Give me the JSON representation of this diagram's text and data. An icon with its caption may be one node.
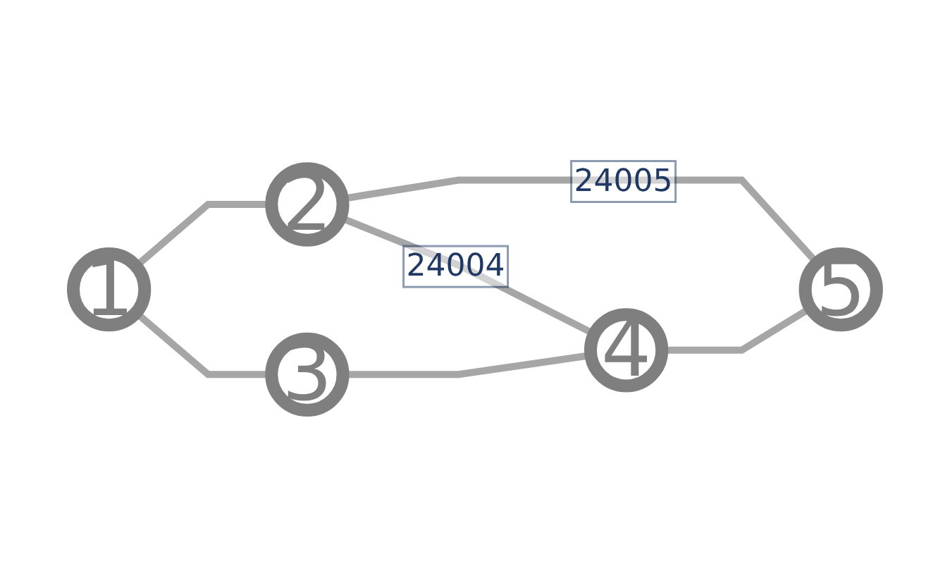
{
  "diagram": {
    "nodes": [
      {
        "text": [
          "1"
        ]
      },
      {
        "text": [
          "2"
        ]
      },
      {
        "text": [
          "3"
        ]
      },
      {
        "text": [
          "4"
        ]
      },
      {
        "text": [
          "5"
        ]
      }
    ],
    "edges": [
      {
        "from": 0,
        "to": 1,
        "arrow": "none"
      },
      {
        "from": 0,
        "to": 2,
        "arrow": "none"
      },
      {
        "from": 1,
        "to": 3,
        "arrow": "none",
        "label": "24004"
      },
      {
        "from": 1,
        "to": 4,
        "arrow": "none",
        "label": "24005"
      },
      {
        "from": 2,
        "to": 3,
        "arrow": "none"
      },
      {
        "from": 3,
        "to": 4,
        "arrow": "none"
      }
    ]
  }
}
